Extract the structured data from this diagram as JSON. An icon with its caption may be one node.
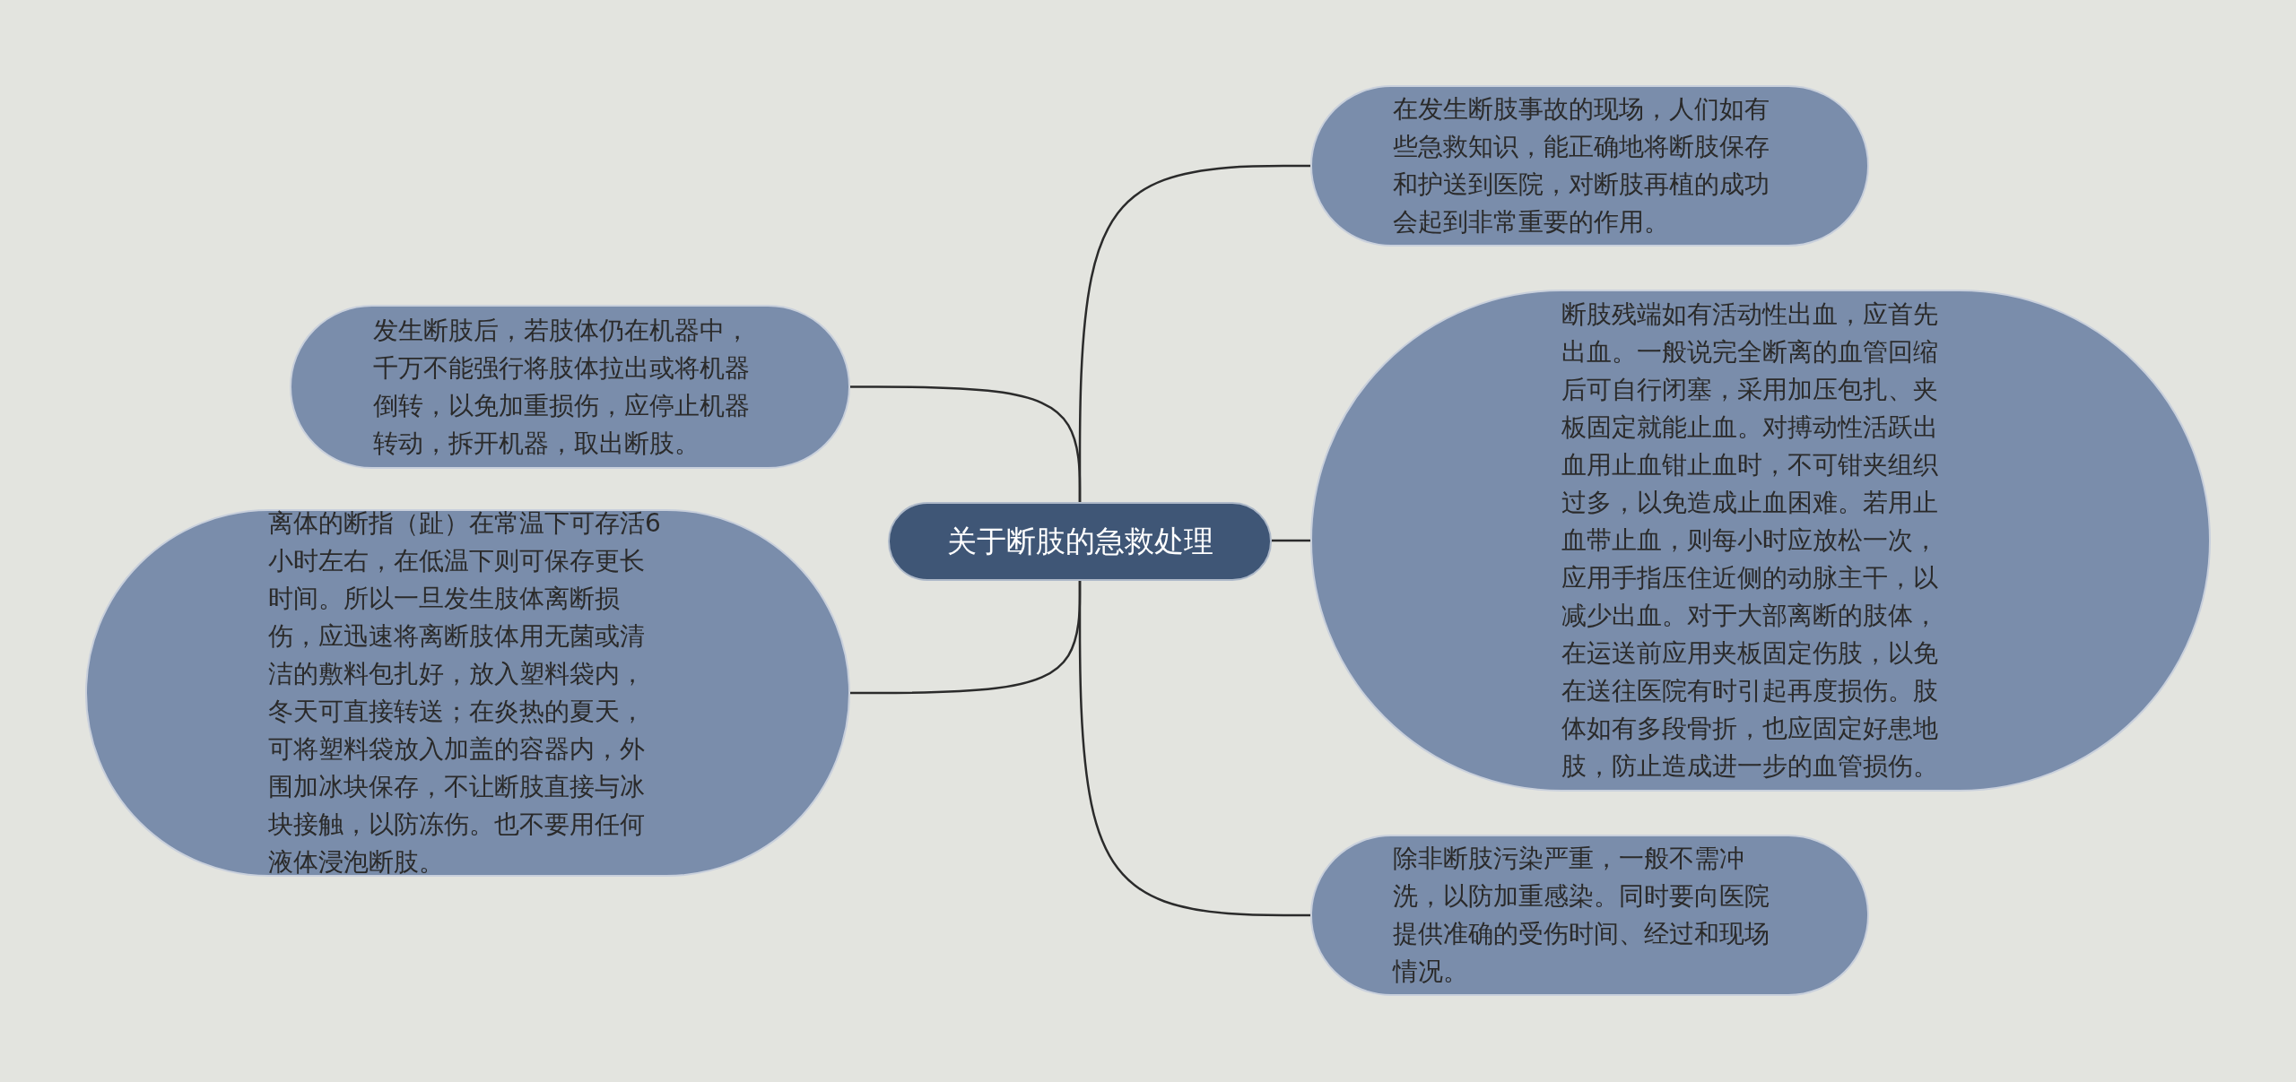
{
  "diagram": {
    "nodes": [
      {
        "text": [
          "关于断肢的急救处理"
        ]
      },
      {
        "text": [
          "在发生断肢事故的现场，人们如有些急救知识，能正确地将断肢保存和护送到医院，对断肢再植的成功会起到非常重要的作用。"
        ]
      },
      {
        "text": [
          "断肢残端如有活动性出血，应首先出血。一般说完全断离的血管回缩后可自行闭塞，采用加压包扎、夹板固定就能止血。对搏动性活跃出血用止血钳止血时，不可钳夹组织过多，以免造成止血困难。若用止血带止血，则每小时应放松一次，应用手指压住近侧的动脉主干，以减少出血。对于大部离断的肢体，在运送前应用夹板固定伤肢，以免在送往医院有时引起再度损伤。肢体如有多段骨折，也应固定好患地肢，防止造成进一步的血管损伤。"
        ]
      },
      {
        "text": [
          "除非断肢污染严重，一般不需冲洗，以防加重感染。同时要向医院提供准确的受伤时间、经过和现场情况。"
        ]
      },
      {
        "text": [
          "发生断肢后，若肢体仍在机器中，千万不能强行将肢体拉出或将机器倒转，以免加重损伤，应停止机器转动，拆开机器，取出断肢。"
        ]
      },
      {
        "text": [
          "离体的断指（趾）在常温下可存活6小时左右，在低温下则可保存更长时间。所以一旦发生肢体离断损伤，应迅速将离断肢体用无菌或清洁的敷料包扎好，放入塑料袋内，冬天可直接转送；在炎热的夏天，可将塑料袋放入加盖的容器内，外围加冰块保存，不让断肢直接与冰块接触，以防冻伤。也不要用任何液体浸泡断肢。"
        ]
      }
    ],
    "edges": [
      {
        "from": 0,
        "to": 1,
        "arrow": "none"
      },
      {
        "from": 0,
        "to": 2,
        "arrow": "none"
      },
      {
        "from": 0,
        "to": 3,
        "arrow": "none"
      },
      {
        "from": 0,
        "to": 4,
        "arrow": "none"
      },
      {
        "from": 0,
        "to": 5,
        "arrow": "none"
      }
    ]
  }
}
